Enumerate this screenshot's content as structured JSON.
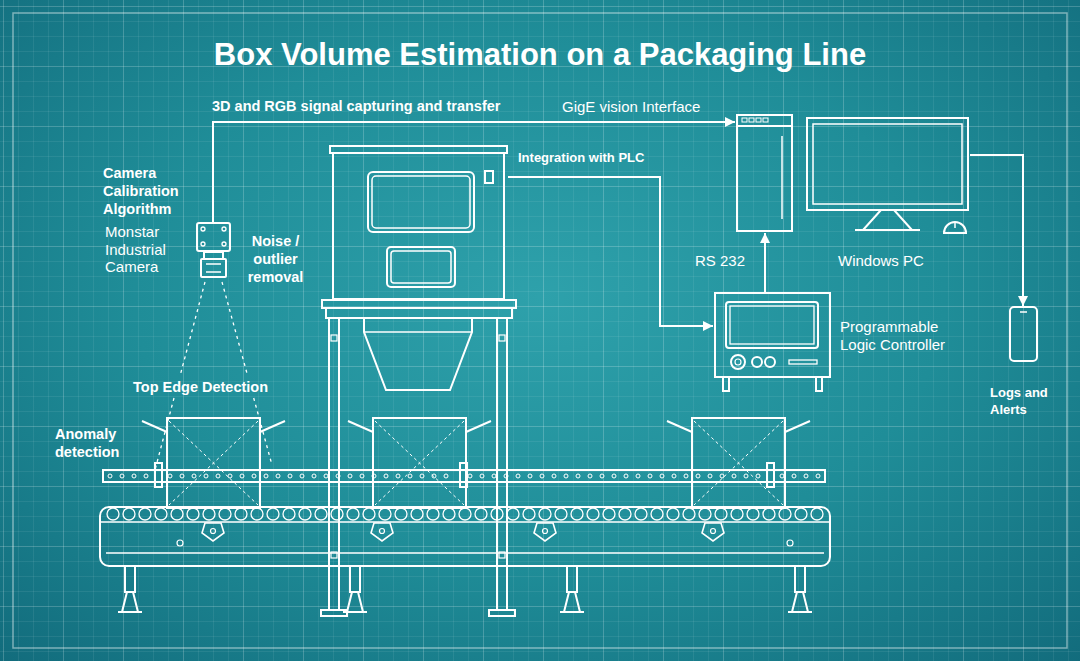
{
  "diagram": {
    "title": "Box Volume Estimation on a Packaging Line",
    "nodes": [
      {
        "text": [
          "Monstar Industrial Camera"
        ]
      },
      {
        "text": [
          "Integration with PLC"
        ]
      },
      {
        "text": [
          "Windows PC"
        ]
      },
      {
        "text": [
          "Programmable Logic Controller"
        ]
      },
      {
        "text": [
          "Logs and Alerts"
        ]
      }
    ],
    "edges": [
      {
        "from": 0,
        "to": 2,
        "arrow": "to",
        "label": "GigE vision Interface"
      },
      {
        "from": 1,
        "to": 3,
        "arrow": "to"
      },
      {
        "from": 3,
        "to": 2,
        "arrow": "to",
        "label": "RS 232"
      },
      {
        "from": 2,
        "to": 4,
        "arrow": "to"
      }
    ],
    "labels": [
      "3D and RGB signal capturing and transfer",
      "Camera Calibration Algorithm",
      "Noise / outlier removal",
      "Top Edge Detection",
      "Anomaly detection"
    ]
  }
}
